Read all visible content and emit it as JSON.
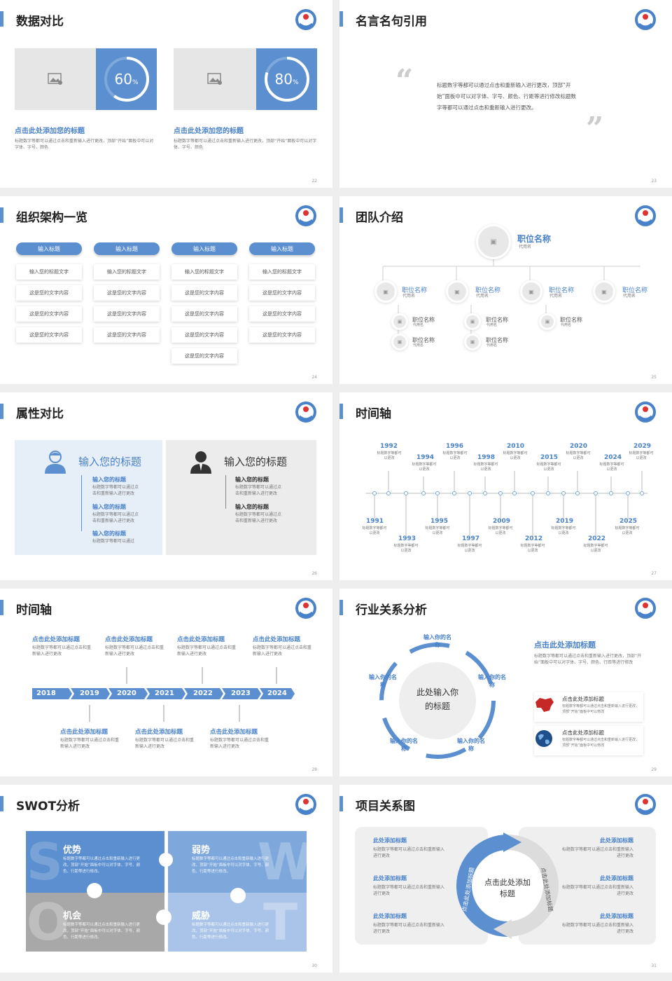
{
  "slides": {
    "s22": {
      "title": "数据对比",
      "page": "22",
      "cards": [
        {
          "percent": "60",
          "unit": "%",
          "heading": "点击此处添加您的标题",
          "body": "标题数字等都可以通过点击和重新输入进行更改，顶部“开始”面板中可以对字体、字号、颜色"
        },
        {
          "percent": "80",
          "unit": "%",
          "heading": "点击此处添加您的标题",
          "body": "标题数字等都可以通过点击和重新输入进行更改，顶部“开始”面板中可以对字体、字号、颜色"
        }
      ]
    },
    "s23": {
      "title": "名言名句引用",
      "page": "23",
      "quote": "标题数字等都可以通过点击和重新输入进行更改，顶部“开始”面板中可以对字体、字号、颜色、行距等进行修改标题数字等都可以通过点击和重新输入进行更改。"
    },
    "s24": {
      "title": "组织架构一览",
      "page": "24",
      "headers": [
        "输入标题",
        "输入标题",
        "输入标题",
        "输入标题"
      ],
      "col0": [
        "输入您的标题文字",
        "这是您的文字内容",
        "这是您的文字内容",
        "这是您的文字内容"
      ],
      "col1": [
        "输入您的标题文字",
        "这是您的文字内容",
        "这是您的文字内容",
        "这是您的文字内容"
      ],
      "col2": [
        "输入您的标题文字",
        "这是您的文字内容",
        "这是您的文字内容",
        "这是您的文字内容",
        "这是您的文字内容"
      ],
      "col3": [
        "输入您的标题文字",
        "这是您的文字内容",
        "这是您的文字内容",
        "这是您的文字内容"
      ]
    },
    "s25": {
      "title": "团队介绍",
      "page": "25",
      "top": {
        "name": "职位名称",
        "sub": "代用名"
      },
      "mid": [
        {
          "name": "职位名称",
          "sub": "代用名"
        },
        {
          "name": "职位名称",
          "sub": "代用名"
        },
        {
          "name": "职位名称",
          "sub": "代用名"
        },
        {
          "name": "职位名称",
          "sub": "代用名"
        }
      ],
      "low": [
        {
          "name": "职位名称",
          "sub": "代用名"
        },
        {
          "name": "职位名称",
          "sub": "代用名"
        },
        {
          "name": "职位名称",
          "sub": "代用名"
        },
        {
          "name": "职位名称",
          "sub": "代用名"
        },
        {
          "name": "职位名称",
          "sub": "代用名"
        }
      ]
    },
    "s26": {
      "title": "属性对比",
      "page": "26",
      "left": {
        "heading": "输入您的标题",
        "items": [
          {
            "h": "输入您的标题",
            "b": "标题数字等都可以通过点击和重新输入进行更改"
          },
          {
            "h": "输入您的标题",
            "b": "标题数字等都可以通过点击和重新输入进行更改"
          },
          {
            "h": "输入您的标题",
            "b": "标题数字等都可以通过"
          }
        ]
      },
      "right": {
        "heading": "输入您的标题",
        "items": [
          {
            "h": "输入您的标题",
            "b": "标题数字等都可以通过点击和重新输入进行更改"
          },
          {
            "h": "输入您的标题",
            "b": "标题数字等都可以通过点击和重新输入进行更改"
          }
        ]
      }
    },
    "s27": {
      "title": "时间轴",
      "page": "27",
      "upper": [
        {
          "y": "1992",
          "t": "标题数字等都可以更改"
        },
        {
          "y": "1994",
          "t": "标题数字等都可以更改"
        },
        {
          "y": "1996",
          "t": "标题数字等都可以更改"
        },
        {
          "y": "1998",
          "t": "标题数字等都可以更改"
        },
        {
          "y": "2010",
          "t": "标题数字等都可以更改"
        },
        {
          "y": "2015",
          "t": "标题数字等都可以更改"
        },
        {
          "y": "2020",
          "t": "标题数字等都可以更改"
        },
        {
          "y": "2024",
          "t": "标题数字等都可以更改"
        },
        {
          "y": "2029",
          "t": "标题数字等都可以更改"
        }
      ],
      "lower": [
        {
          "y": "1991",
          "t": "标题数字等都可以更改"
        },
        {
          "y": "1993",
          "t": "标题数字等都可以更改"
        },
        {
          "y": "1995",
          "t": "标题数字等都可以更改"
        },
        {
          "y": "1997",
          "t": "标题数字等都可以更改"
        },
        {
          "y": "2009",
          "t": "标题数字等都可以更改"
        },
        {
          "y": "2012",
          "t": "标题数字等都可以更改"
        },
        {
          "y": "2019",
          "t": "标题数字等都可以更改"
        },
        {
          "y": "2022",
          "t": "标题数字等都可以更改"
        },
        {
          "y": "2025",
          "t": "标题数字等都可以更改"
        }
      ]
    },
    "s28": {
      "title": "时间轴",
      "page": "28",
      "years": [
        "2018",
        "2019",
        "2020",
        "2021",
        "2022",
        "2023",
        "2024"
      ],
      "top": [
        {
          "h": "点击此处添加标题",
          "b": "标题数字等都可以通过点击和重新输入进行更改"
        },
        {
          "h": "点击此处添加标题",
          "b": "标题数字等都可以通过点击和重新输入进行更改"
        },
        {
          "h": "点击此处添加标题",
          "b": "标题数字等都可以通过点击和重新输入进行更改"
        },
        {
          "h": "点击此处添加标题",
          "b": "标题数字等都可以通过点击和重新输入进行更改"
        }
      ],
      "bottom": [
        {
          "h": "点击此处添加标题",
          "b": "标题数字等都可以通过点击和重新输入进行更改"
        },
        {
          "h": "点击此处添加标题",
          "b": "标题数字等都可以通过点击和重新输入进行更改"
        },
        {
          "h": "点击此处添加标题",
          "b": "标题数字等都可以通过点击和重新输入进行更改"
        }
      ]
    },
    "s29": {
      "title": "行业关系分析",
      "page": "29",
      "center": "此处输入你的标题",
      "nodes": [
        "输入你的名称",
        "输入你的名称",
        "输入你的名称",
        "输入你的名称",
        "输入你的名称"
      ],
      "heading": "点击此处添加标题",
      "body": "标题数字等都可以通过点击和重新输入进行更改，顶部“开始”面板中可以对字体、字号、颜色、行距等进行修改",
      "items": [
        {
          "h": "点击此处添加标题",
          "b": "标题数字等都可以通过点击和重新输入进行更改，顶部“开始”面板中可以修改"
        },
        {
          "h": "点击此处添加标题",
          "b": "标题数字等都可以通过点击和重新输入进行更改，顶部“开始”面板中可以修改"
        }
      ]
    },
    "s30": {
      "title": "SWOT分析",
      "page": "30",
      "cells": [
        {
          "h": "优势",
          "letter": "S",
          "b": "标题数字等都可以通过点击和重新输入进行更改，顶部“开始”面板中可以对字体、字号、颜色、行距等进行修改。"
        },
        {
          "h": "弱势",
          "letter": "W",
          "b": "标题数字等都可以通过点击和重新输入进行更改，顶部“开始”面板中可以对字体、字号、颜色、行距等进行修改。"
        },
        {
          "h": "机会",
          "letter": "O",
          "b": "标题数字等都可以通过点击和重新输入进行更改，顶部“开始”面板中可以对字体、字号、颜色、行距等进行修改。"
        },
        {
          "h": "威胁",
          "letter": "T",
          "b": "标题数字等都可以通过点击和重新输入进行更改，顶部“开始”面板中可以对字体、字号、颜色、行距等进行修改。"
        }
      ]
    },
    "s31": {
      "title": "项目关系图",
      "page": "31",
      "center": "点击此处添加标题",
      "arcL": "点击此处添加标题",
      "arcR": "点击此处添加标题",
      "left": [
        {
          "h": "此处添加标题",
          "b": "标题数字等都可以通过点击和重新输入进行更改"
        },
        {
          "h": "此处添加标题",
          "b": "标题数字等都可以通过点击和重新输入进行更改"
        },
        {
          "h": "此处添加标题",
          "b": "标题数字等都可以通过点击和重新输入进行更改"
        }
      ],
      "right": [
        {
          "h": "此处添加标题",
          "b": "标题数字等都可以通过点击和重新输入进行更改"
        },
        {
          "h": "此处添加标题",
          "b": "标题数字等都可以通过点击和重新输入进行更改"
        },
        {
          "h": "此处添加标题",
          "b": "标题数字等都可以通过点击和重新输入进行更改"
        }
      ]
    }
  },
  "colors": {
    "accent": "#5b8fcf",
    "light": "#a9c4e8",
    "gray": "#aaaaaa"
  }
}
